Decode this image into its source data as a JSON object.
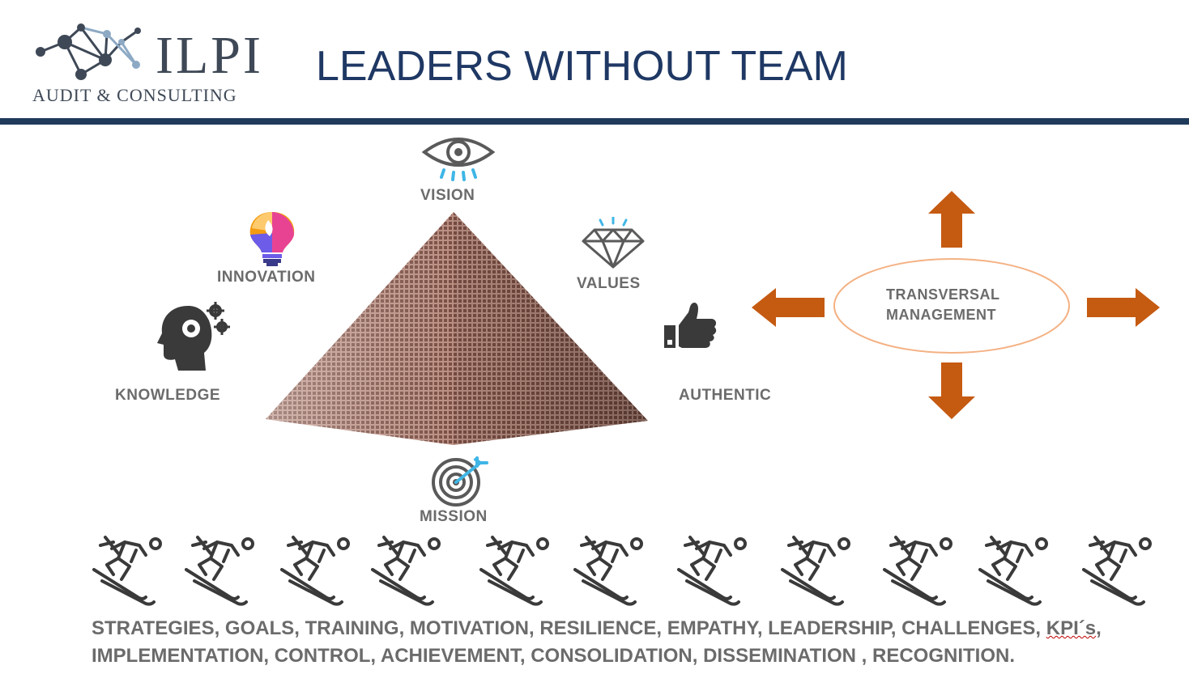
{
  "header": {
    "logo_text": "ILPI",
    "logo_subtitle": "AUDIT & CONSULTING",
    "title": "LEADERS WITHOUT TEAM",
    "rule_color": "#1f3a5a",
    "title_color": "#1f3864"
  },
  "diagram": {
    "labels": {
      "vision": "VISION",
      "innovation": "INNOVATION",
      "values": "VALUES",
      "knowledge": "KNOWLEDGE",
      "authentic": "AUTHENTIC",
      "mission": "MISSION"
    },
    "icons": {
      "vision": "eye-icon",
      "innovation": "lightbulb-icon",
      "values": "diamond-icon",
      "knowledge": "head-gears-icon",
      "authentic": "thumbs-up-icon",
      "mission": "target-icon",
      "team": "skier-icon"
    },
    "transversal": {
      "line1": "TRANSVERSAL",
      "line2": "MANAGEMENT",
      "arrow_color": "#c55a11",
      "ellipse_color": "#f4b183"
    },
    "team_count": 11
  },
  "footer": {
    "line1_main": "STRATEGIES, GOALS, TRAINING, MOTIVATION, RESILIENCE, EMPATHY, LEADERSHIP, CHALLENGES, ",
    "line1_kpi": "KPI´s",
    "line1_end": ",",
    "line2": "IMPLEMENTATION, CONTROL, ACHIEVEMENT, CONSOLIDATION, DISSEMINATION , RECOGNITION."
  }
}
